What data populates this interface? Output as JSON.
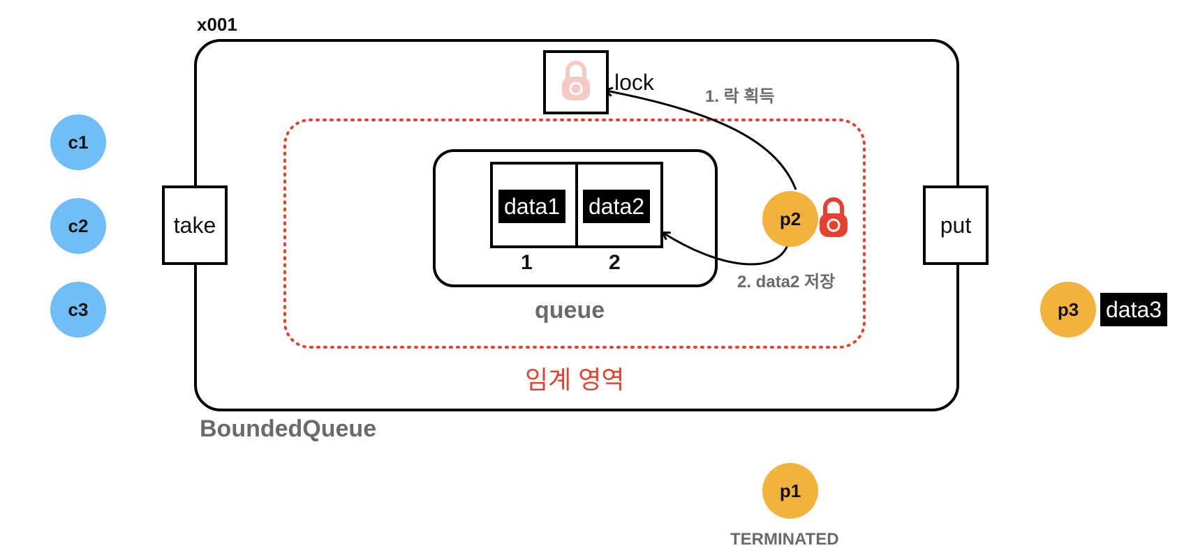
{
  "object_id": "x001",
  "class_name": "BoundedQueue",
  "methods": {
    "take": "take",
    "put": "put"
  },
  "lock": {
    "label": "lock",
    "icon": "lock-icon"
  },
  "critical_section": {
    "label": "임계 영역",
    "color": "#e8402e"
  },
  "queue": {
    "label": "queue",
    "slots": [
      {
        "index": "1",
        "value": "data1"
      },
      {
        "index": "2",
        "value": "data2"
      }
    ]
  },
  "steps": {
    "step1": "1. 락 획득",
    "step2": "2. data2 저장"
  },
  "consumers": [
    "c1",
    "c2",
    "c3"
  ],
  "producers": {
    "p1": {
      "name": "p1",
      "state": "TERMINATED"
    },
    "p2": {
      "name": "p2",
      "icon": "lock-icon"
    },
    "p3": {
      "name": "p3",
      "data": "data3"
    }
  },
  "colors": {
    "consumer": "#70bdf8",
    "producer": "#f2b33d",
    "lock_held": "#e8402e",
    "lock_faded": "#f5c9c4"
  }
}
